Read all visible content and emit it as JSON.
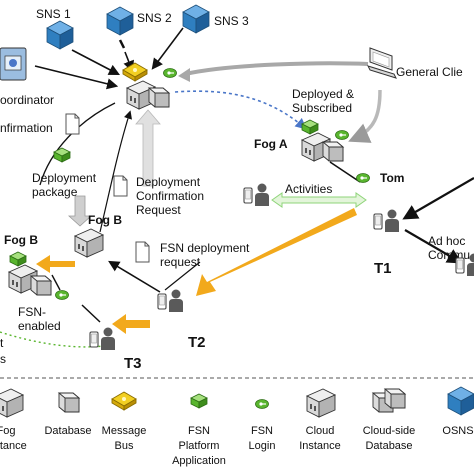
{
  "nodes": {
    "sns1": "SNS 1",
    "sns2": "SNS 2",
    "sns3": "SNS 3",
    "coordinator": "oordinator",
    "general_client": "General Clie",
    "fog_a": "Fog A",
    "fog_b_upper": "Fog B",
    "fog_b_lower": "Fog B",
    "tom": "Tom",
    "t1": "T1",
    "t2": "T2",
    "t3": "T3",
    "fsn_enabled_1": "FSN-",
    "fsn_enabled_2": "enabled",
    "ad_hoc_1": "Ad hoc",
    "ad_hoc_2": "Commu",
    "left_stub": "s"
  },
  "edges": {
    "confirmation": "nfirmation",
    "deployed_subscribed_1": "Deployed &",
    "deployed_subscribed_2": "Subscribed",
    "deployment_package_1": "Deployment",
    "deployment_package_2": "package",
    "deployment_confirmation_1": "Deployment",
    "deployment_confirmation_2": "Confirmation",
    "deployment_confirmation_3": "Request",
    "activities": "Activities",
    "fsn_deployment_1": "FSN deployment",
    "fsn_deployment_2": "request",
    "left_stub_upper": "t"
  },
  "legend": [
    {
      "icon": "fog-instance-icon",
      "lines": [
        "Fog",
        "Instance"
      ]
    },
    {
      "icon": "database-icon",
      "lines": [
        "Database"
      ]
    },
    {
      "icon": "message-bus-icon",
      "lines": [
        "Message",
        "Bus"
      ]
    },
    {
      "icon": "fsn-platform-application-icon",
      "lines": [
        "FSN",
        "Platform",
        "Application"
      ]
    },
    {
      "icon": "fsn-login-icon",
      "lines": [
        "FSN",
        "Login"
      ]
    },
    {
      "icon": "cloud-instance-icon",
      "lines": [
        "Cloud",
        "Instance"
      ]
    },
    {
      "icon": "cloud-side-database-icon",
      "lines": [
        "Cloud-side",
        "Database"
      ]
    },
    {
      "icon": "osns-icon",
      "lines": [
        "OSNS"
      ]
    }
  ],
  "colors": {
    "sns_blue": "#2f7fc0",
    "bus_yellow": "#f2cf22",
    "fsn_green": "#59b52e",
    "flow_orange": "#f2a91c",
    "activities_green": "#8fd47a",
    "dashed_blue": "#4a76c8",
    "arrow_gray": "#cfcfcf",
    "server_gray": "#c9c9c9"
  }
}
